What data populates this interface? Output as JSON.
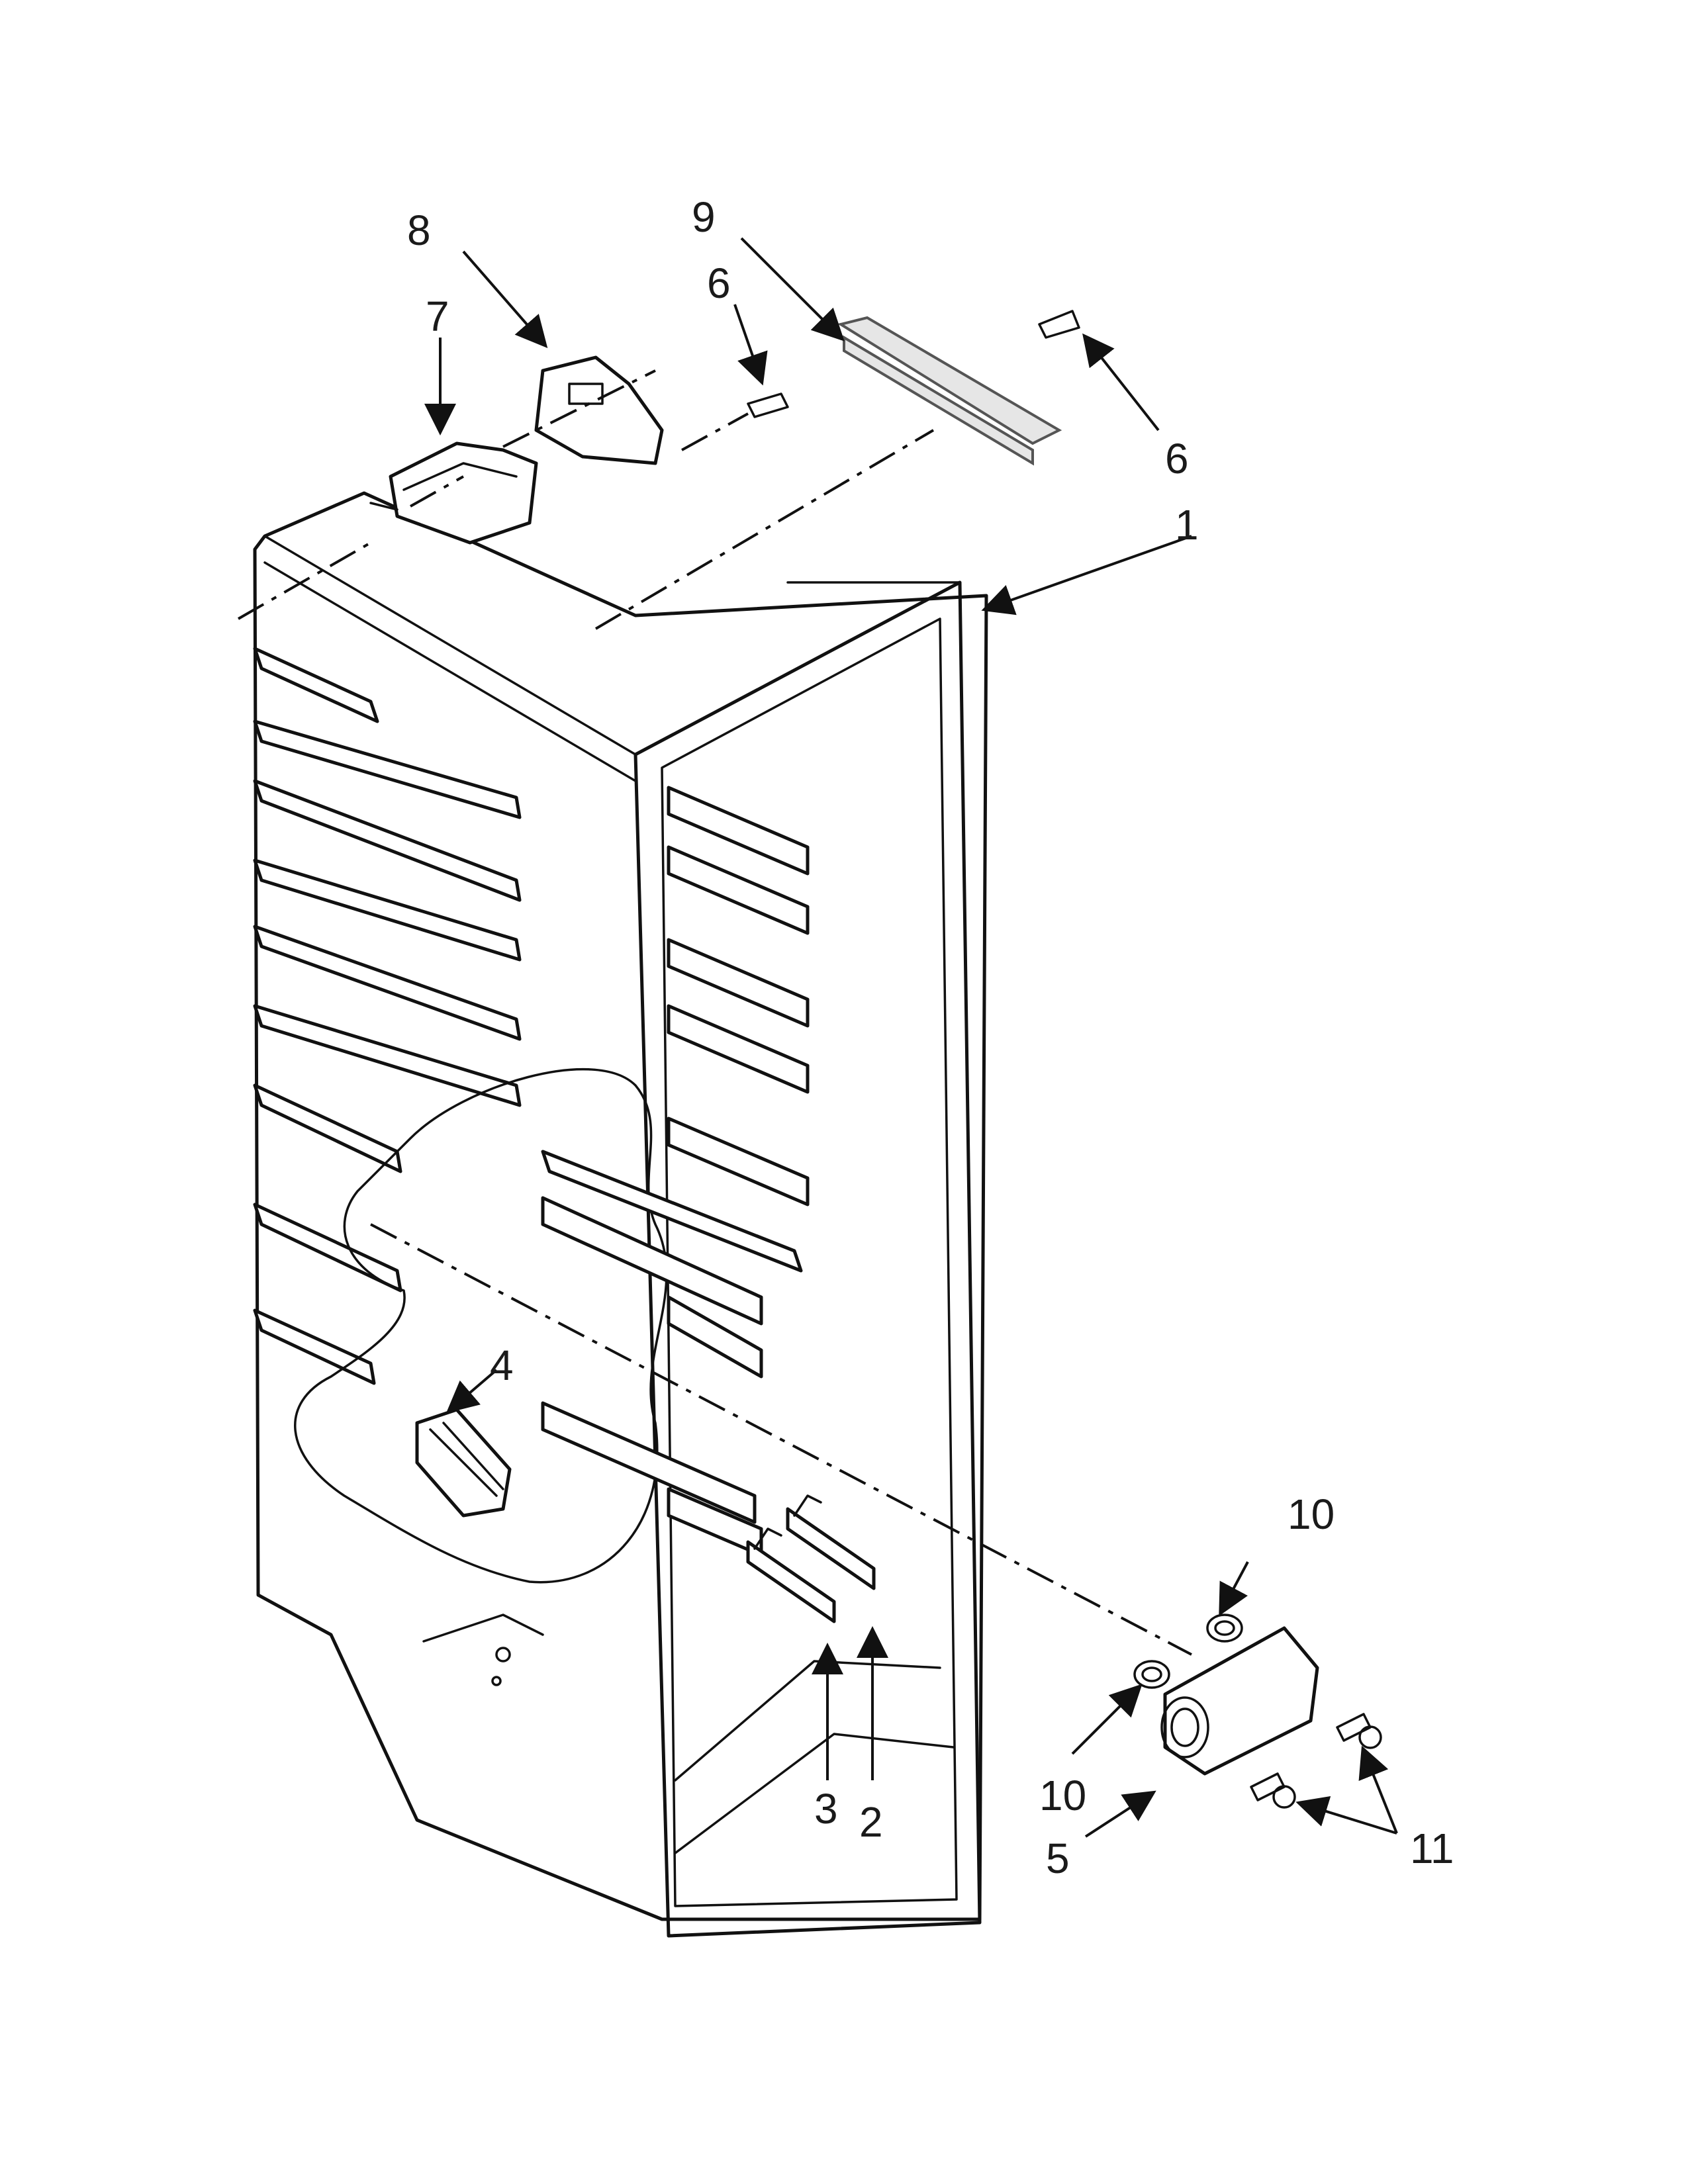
{
  "callouts": {
    "c1": "1",
    "c2": "2",
    "c3": "3",
    "c4": "4",
    "c5": "5",
    "c6a": "6",
    "c6b": "6",
    "c7": "7",
    "c8": "8",
    "c9": "9",
    "c10a": "10",
    "c10b": "10",
    "c11": "11"
  }
}
